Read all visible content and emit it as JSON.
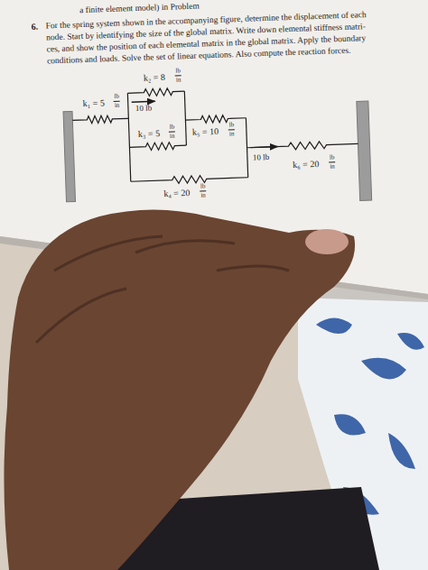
{
  "diagram": {
    "labels": [
      "a finite element model) in Problem",
      "6.",
      "For the spring system shown in the accompanying figure, determine the displacement of each",
      "node. Start by identifying the size of the global matrix. Write down elemental stiffness matri-",
      "ces, and show the position of each elemental matrix in the global matrix. Apply the boundary",
      "conditions and loads. Solve the set of linear equations. Also compute the reaction forces.",
      "k₂ = 8",
      "lb",
      "in",
      "k₁ = 5",
      "lb",
      "in",
      "10 lb",
      "k₃ = 5",
      "lb",
      "in",
      "k₅ = 10",
      "lb",
      "in",
      "10 lb",
      "k₆ = 20",
      "lb",
      "in",
      "k₄ = 20",
      "lb",
      "in"
    ]
  }
}
